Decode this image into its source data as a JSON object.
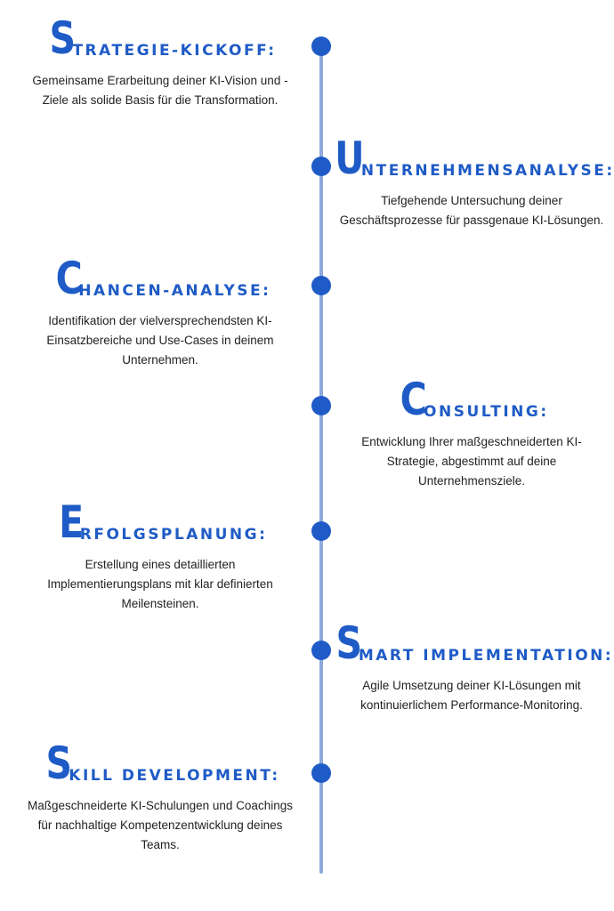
{
  "colors": {
    "accent": "#1f5bc6",
    "line": "#8fa9dd",
    "text": "#222222"
  },
  "steps": [
    {
      "initial": "S",
      "rest": "TRATEGIE-KICKOFF:",
      "description": "Gemeinsame Erarbeitung deiner KI-Vision und -Ziele als solide Basis für die Transformation."
    },
    {
      "initial": "U",
      "rest": "NTERNEHMENSANALYSE:",
      "description": "Tiefgehende Untersuchung deiner Geschäftsprozesse für passgenaue KI-Lösungen."
    },
    {
      "initial": "C",
      "rest": "HANCEN-ANALYSE:",
      "description": "Identifikation der vielversprechendsten KI-Einsatzbereiche und Use-Cases in deinem Unternehmen."
    },
    {
      "initial": "C",
      "rest": "ONSULTING:",
      "description": "Entwicklung Ihrer maßgeschneiderten KI-Strategie, abgestimmt auf deine Unternehmensziele."
    },
    {
      "initial": "E",
      "rest": "RFOLGSPLANUNG:",
      "description": "Erstellung eines detaillierten Implementierungsplans mit klar definierten Meilensteinen."
    },
    {
      "initial": "S",
      "rest": "MART IMPLEMENTATION:",
      "description": "Agile Umsetzung deiner KI-Lösungen mit kontinuierlichem Performance-Monitoring."
    },
    {
      "initial": "S",
      "rest": "KILL DEVELOPMENT:",
      "description": "Maßgeschneiderte KI-Schulungen und Coachings für nachhaltige Kompetenzentwicklung deines Teams."
    }
  ]
}
